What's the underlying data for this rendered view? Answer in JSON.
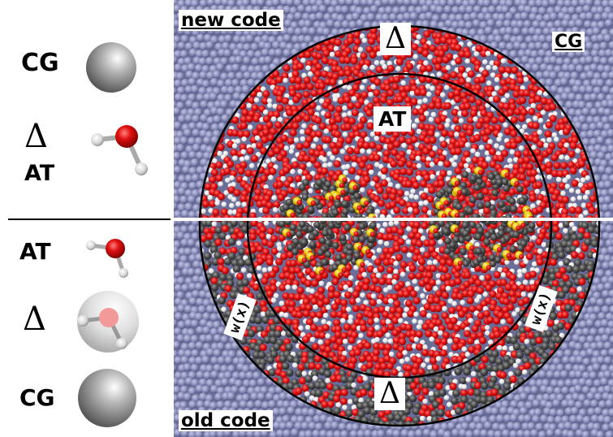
{
  "legend": {
    "top": {
      "cg": "CG",
      "delta": "Δ",
      "at": "AT"
    },
    "bottom": {
      "at": "AT",
      "delta": "Δ",
      "cg": "CG"
    }
  },
  "scene": {
    "new_code": "new code",
    "old_code": "old code",
    "delta_top": "Δ",
    "delta_bottom": "Δ",
    "at_label": "AT",
    "cg_label": "CG",
    "w_left": "w(x)",
    "w_right": "w(x)"
  },
  "colors": {
    "cg_bead": "#8c8fb8",
    "oxygen": "#d81818",
    "hydrogen": "#f0f0f0",
    "solute_dark": "#4a4a4a",
    "sulfur": "#e6c800"
  }
}
